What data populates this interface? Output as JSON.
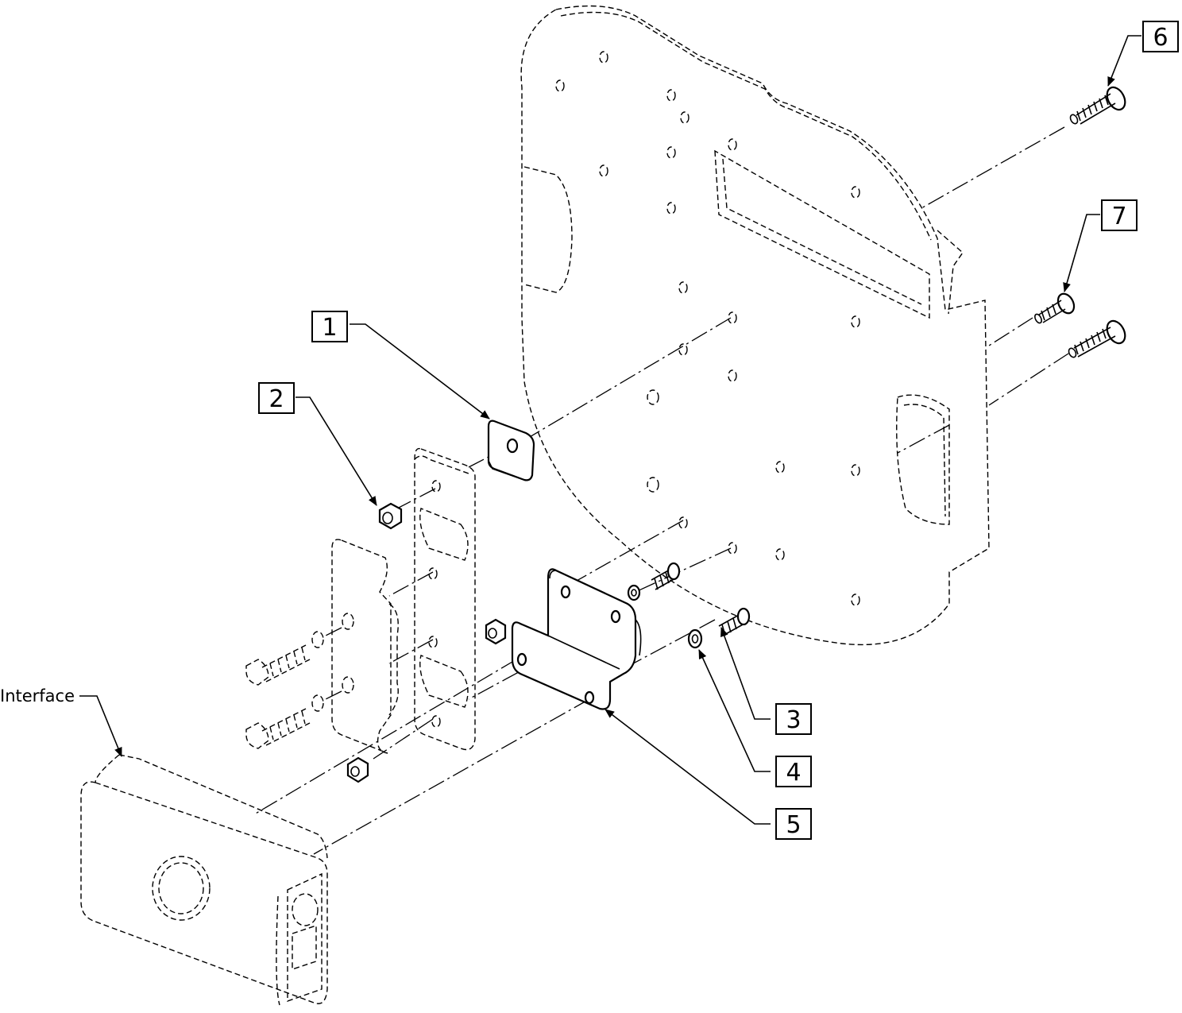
{
  "callouts": [
    {
      "id": "1",
      "label": "1"
    },
    {
      "id": "2",
      "label": "2"
    },
    {
      "id": "3",
      "label": "3"
    },
    {
      "id": "4",
      "label": "4"
    },
    {
      "id": "5",
      "label": "5"
    },
    {
      "id": "6",
      "label": "6"
    },
    {
      "id": "7",
      "label": "7"
    }
  ],
  "labels": {
    "interface": "Interface"
  }
}
